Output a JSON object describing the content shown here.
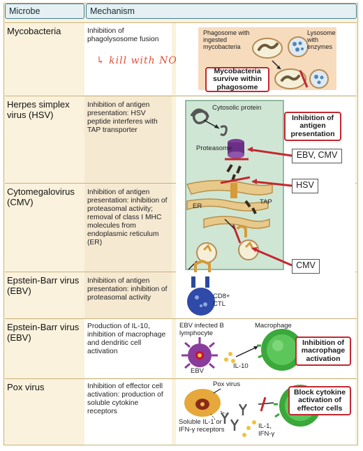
{
  "header": {
    "microbe": "Microbe",
    "mechanism": "Mechanism"
  },
  "rows": [
    {
      "microbe": "Mycobacteria",
      "mechanism": "Inhibition of phagolysosome fusion"
    },
    {
      "microbe": "Herpes simplex virus (HSV)",
      "mechanism": "Inhibition of antigen presentation: HSV peptide interferes with TAP transporter"
    },
    {
      "microbe": "Cytomegalovirus (CMV)",
      "mechanism": "Inhibition of antigen presentation: inhibition of proteasomal activity; removal of class I MHC molecules from endoplasmic reticulum (ER)"
    },
    {
      "microbe": "Epstein-Barr virus (EBV)",
      "mechanism": "Inhibition of antigen presentation: inhibition of proteasomal activity"
    },
    {
      "microbe": "Epstein-Barr virus (EBV)",
      "mechanism": "Production of IL-10, inhibition of macrophage and dendritic cell activation"
    },
    {
      "microbe": "Pox virus",
      "mechanism": "Inhibition of effector cell activation: production of soluble cytokine receptors"
    }
  ],
  "annotation": "↳ kill with NO",
  "myco_panel": {
    "phagosome": "Phagosome with ingested mycobacteria",
    "lysosome": "Lysosome with enzymes",
    "callout": "Mycobacteria survive within phagosome"
  },
  "antigen_panel": {
    "cytosolic_protein": "Cytosolic protein",
    "proteasome": "Proteasome",
    "tap": "TAP",
    "er": "ER",
    "cd8": "CD8+ CTL",
    "callout": "Inhibition of antigen presentation",
    "tag_proteasome": "EBV, CMV",
    "tag_tap": "HSV",
    "tag_er": "CMV"
  },
  "ebv_panel": {
    "infected": "EBV infected B lymphocyte",
    "ebv": "EBV",
    "il10": "IL-10",
    "macrophage": "Macrophage",
    "callout": "Inhibition of macrophage activation"
  },
  "pox_panel": {
    "pox": "Pox virus",
    "receptors": "Soluble IL-1 or IFN-γ receptors",
    "cytokines": "IL-1, IFN-γ",
    "callout": "Block cytokine activation of effector cells"
  },
  "colors": {
    "accent_red": "#c3282f",
    "header_teal": "#3f7f8f",
    "row_border": "#c9b17a",
    "macrophage_green": "#3aa83a",
    "er_tan": "#e8c98a"
  }
}
